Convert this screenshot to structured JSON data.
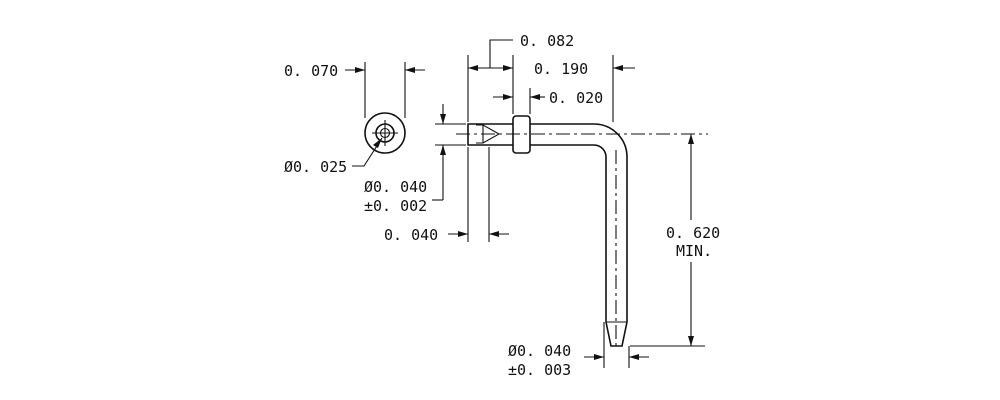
{
  "drawing": {
    "dimensions": {
      "end_view_width": "0. 070",
      "end_view_hole_dia": "Ø0. 025",
      "collar_offset": "0. 082",
      "overall_length": "0. 190",
      "collar_thickness": "0. 020",
      "pin_dia": "Ø0. 040",
      "pin_dia_tol": "±0. 002",
      "pin_end_length": "0. 040",
      "leg_length": "0. 620",
      "leg_length_note": "MIN.",
      "leg_dia": "Ø0. 040",
      "leg_dia_tol": "±0. 003"
    },
    "colors": {
      "line": "#111111",
      "background": "#ffffff"
    }
  }
}
